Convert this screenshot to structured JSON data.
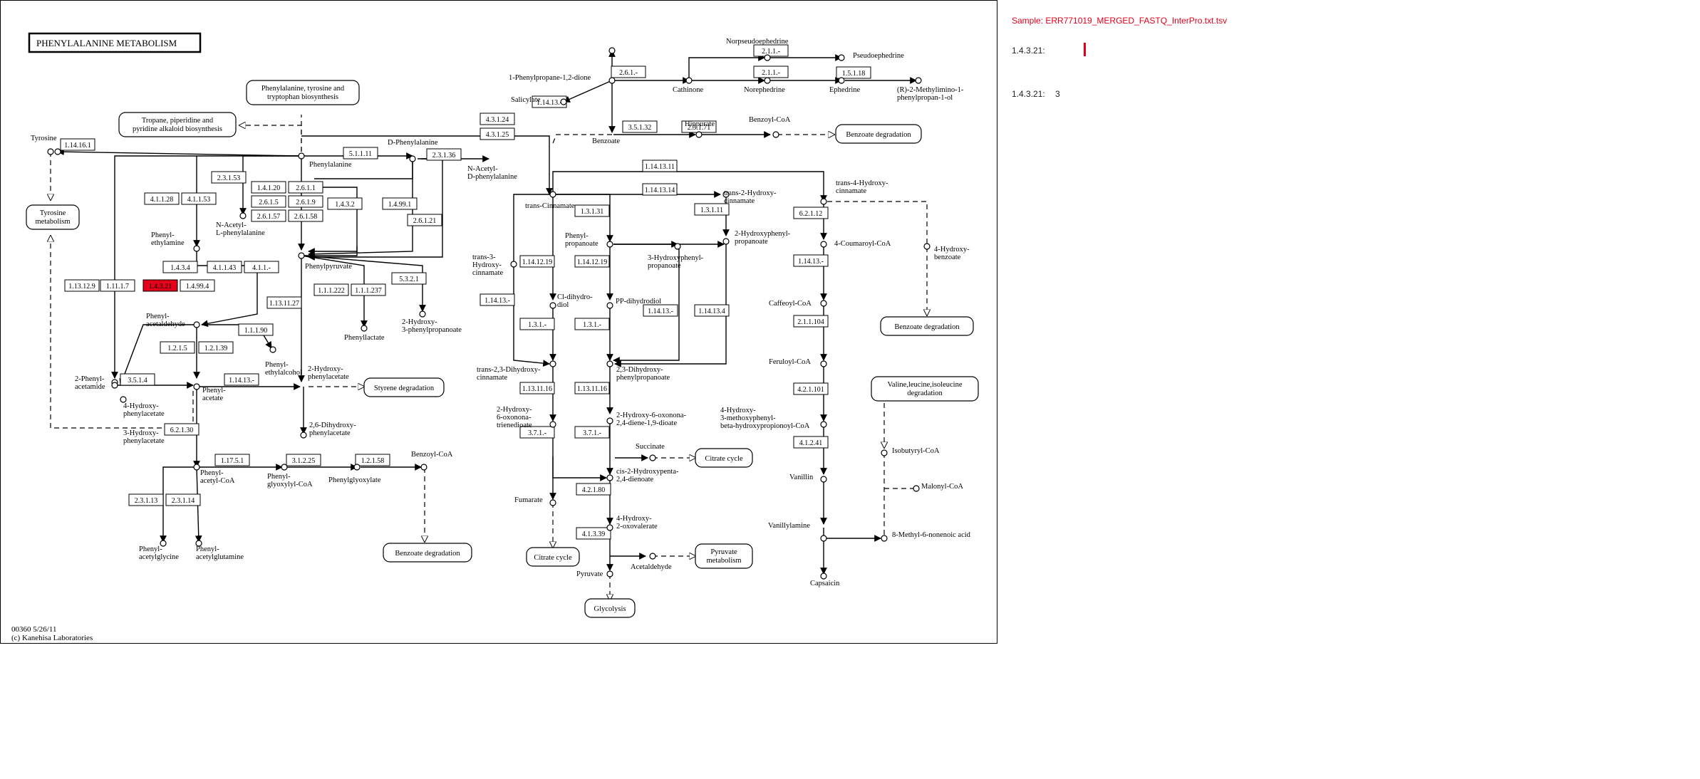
{
  "map": {
    "title": "PHENYLALANINE METABOLISM",
    "footer_id": "00360 5/26/11",
    "footer_copyright": "(c) Kanehisa Laboratories"
  },
  "sidebar": {
    "sample_label": "Sample: ERR771019_MERGED_FASTQ_InterPro.txt.tsv",
    "enzyme_label": "1.4.3.21:",
    "enzyme_label_2": "1.4.3.21:",
    "enzyme_count": "3",
    "highlight_color": "#e3001b"
  },
  "enzymes": [
    {
      "id": "e01",
      "t": "1.14.16.1"
    },
    {
      "id": "e02",
      "t": "4.1.1.28"
    },
    {
      "id": "e03",
      "t": "4.1.1.53"
    },
    {
      "id": "e04",
      "t": "2.3.1.53"
    },
    {
      "id": "e05",
      "t": "1.4.1.20"
    },
    {
      "id": "e06",
      "t": "2.6.1.1"
    },
    {
      "id": "e07",
      "t": "2.6.1.5"
    },
    {
      "id": "e08",
      "t": "2.6.1.9"
    },
    {
      "id": "e09",
      "t": "2.6.1.57"
    },
    {
      "id": "e10",
      "t": "2.6.1.58"
    },
    {
      "id": "e11",
      "t": "1.4.3.2"
    },
    {
      "id": "e12",
      "t": "5.1.1.11"
    },
    {
      "id": "e13",
      "t": "2.3.1.36"
    },
    {
      "id": "e14",
      "t": "1.4.99.1"
    },
    {
      "id": "e15",
      "t": "2.6.1.21"
    },
    {
      "id": "e16",
      "t": "1.4.3.4"
    },
    {
      "id": "e17",
      "t": "4.1.1.43"
    },
    {
      "id": "e18",
      "t": "4.1.1.-"
    },
    {
      "id": "e19",
      "t": "1.13.12.9"
    },
    {
      "id": "e20",
      "t": "1.11.1.7"
    },
    {
      "id": "e21",
      "t": "1.4.3.21"
    },
    {
      "id": "e22",
      "t": "1.4.99.4"
    },
    {
      "id": "e23",
      "t": "1.13.11.27"
    },
    {
      "id": "e24",
      "t": "1.1.1.222"
    },
    {
      "id": "e25",
      "t": "1.1.1.237"
    },
    {
      "id": "e26",
      "t": "5.3.2.1"
    },
    {
      "id": "e27",
      "t": "1.1.1.90"
    },
    {
      "id": "e28",
      "t": "1.2.1.5"
    },
    {
      "id": "e29",
      "t": "1.2.1.39"
    },
    {
      "id": "e30",
      "t": "3.5.1.4"
    },
    {
      "id": "e31",
      "t": "1.14.13.-"
    },
    {
      "id": "e32",
      "t": "6.2.1.30"
    },
    {
      "id": "e33",
      "t": "1.17.5.1"
    },
    {
      "id": "e34",
      "t": "3.1.2.25"
    },
    {
      "id": "e35",
      "t": "1.2.1.58"
    },
    {
      "id": "e36",
      "t": "2.3.1.13"
    },
    {
      "id": "e37",
      "t": "2.3.1.14"
    },
    {
      "id": "e38",
      "t": "1.14.13.-"
    },
    {
      "id": "e39",
      "t": "2.6.1.-"
    },
    {
      "id": "e40",
      "t": "2.1.1.-"
    },
    {
      "id": "e41",
      "t": "2.1.1.-"
    },
    {
      "id": "e42",
      "t": "1.5.1.18"
    },
    {
      "id": "e43",
      "t": "4.3.1.24"
    },
    {
      "id": "e44",
      "t": "4.3.1.25"
    },
    {
      "id": "e45",
      "t": "3.5.1.32"
    },
    {
      "id": "e46",
      "t": "2.3.1.71"
    },
    {
      "id": "e47",
      "t": "1.14.13.11"
    },
    {
      "id": "e48",
      "t": "1.14.13.14"
    },
    {
      "id": "e49",
      "t": "1.3.1.11"
    },
    {
      "id": "e50",
      "t": "1.3.1.31"
    },
    {
      "id": "e51",
      "t": "1.14.12.19"
    },
    {
      "id": "e52",
      "t": "1.14.12.19"
    },
    {
      "id": "e53",
      "t": "1.14.13.-"
    },
    {
      "id": "e54",
      "t": "1.3.1.-"
    },
    {
      "id": "e55",
      "t": "1.3.1.-"
    },
    {
      "id": "e56",
      "t": "1.14.13.-"
    },
    {
      "id": "e57",
      "t": "1.14.13.4"
    },
    {
      "id": "e58",
      "t": "1.13.11.16"
    },
    {
      "id": "e59",
      "t": "1.13.11.16"
    },
    {
      "id": "e60",
      "t": "3.7.1.-"
    },
    {
      "id": "e61",
      "t": "3.7.1.-"
    },
    {
      "id": "e62",
      "t": "4.2.1.80"
    },
    {
      "id": "e63",
      "t": "4.1.3.39"
    },
    {
      "id": "e64",
      "t": "6.2.1.12"
    },
    {
      "id": "e65",
      "t": "1.14.13.-"
    },
    {
      "id": "e66",
      "t": "2.1.1.104"
    },
    {
      "id": "e67",
      "t": "4.2.1.101"
    },
    {
      "id": "e68",
      "t": "4.1.2.41"
    }
  ],
  "compounds": [
    {
      "id": "c01",
      "t": "Tyrosine"
    },
    {
      "id": "c02",
      "t": "Phenylalanine"
    },
    {
      "id": "c03",
      "t": "D-Phenylalanine"
    },
    {
      "id": "c04",
      "t": "N-Acetyl-"
    },
    {
      "id": "c04b",
      "t": "D-phenylalanine"
    },
    {
      "id": "c05",
      "t": "N-Acetyl-"
    },
    {
      "id": "c05b",
      "t": "L-phenylalanine"
    },
    {
      "id": "c06",
      "t": "Phenyl-"
    },
    {
      "id": "c06b",
      "t": "ethylamine"
    },
    {
      "id": "c07",
      "t": "Phenylpyruvate"
    },
    {
      "id": "c08",
      "t": "Phenyllactate"
    },
    {
      "id": "c09",
      "t": "2-Hydroxy-"
    },
    {
      "id": "c09b",
      "t": "3-phenylpropanoate"
    },
    {
      "id": "c10",
      "t": "Phenyl-"
    },
    {
      "id": "c10b",
      "t": "acetaldehyde"
    },
    {
      "id": "c11",
      "t": "Phenyl-"
    },
    {
      "id": "c11b",
      "t": "ethylalcohol"
    },
    {
      "id": "c12",
      "t": "2-Phenyl-"
    },
    {
      "id": "c12b",
      "t": "acetamide"
    },
    {
      "id": "c13",
      "t": "Phenyl-"
    },
    {
      "id": "c13b",
      "t": "acetate"
    },
    {
      "id": "c14",
      "t": "2-Hydroxy-"
    },
    {
      "id": "c14b",
      "t": "phenylacetate"
    },
    {
      "id": "c15",
      "t": "2,6-Dihydroxy-"
    },
    {
      "id": "c15b",
      "t": "phenylacetate"
    },
    {
      "id": "c16",
      "t": "4-Hydroxy-"
    },
    {
      "id": "c16b",
      "t": "phenylacetate"
    },
    {
      "id": "c17",
      "t": "3-Hydroxy-"
    },
    {
      "id": "c17b",
      "t": "phenylacetate"
    },
    {
      "id": "c18",
      "t": "Phenyl-"
    },
    {
      "id": "c18b",
      "t": "acetyl-CoA"
    },
    {
      "id": "c19",
      "t": "Phenyl-"
    },
    {
      "id": "c19b",
      "t": "glyoxylyl-CoA"
    },
    {
      "id": "c20",
      "t": "Phenylglyoxylate"
    },
    {
      "id": "c21",
      "t": "Benzoyl-CoA"
    },
    {
      "id": "c22",
      "t": "Phenyl-"
    },
    {
      "id": "c22b",
      "t": "acetylglycine"
    },
    {
      "id": "c23",
      "t": "Phenyl-"
    },
    {
      "id": "c23b",
      "t": "acetylglutamine"
    },
    {
      "id": "c24",
      "t": "1-Phenylpropane-1,2-dione"
    },
    {
      "id": "c25",
      "t": "Salicylate"
    },
    {
      "id": "c26",
      "t": "Benzoate"
    },
    {
      "id": "c27",
      "t": "Norpseudoephedrine"
    },
    {
      "id": "c28",
      "t": "Pseudoephedrine"
    },
    {
      "id": "c29",
      "t": "Cathinone"
    },
    {
      "id": "c30",
      "t": "Norephedrine"
    },
    {
      "id": "c31",
      "t": "Ephedrine"
    },
    {
      "id": "c32",
      "t": "(R)-2-Methylimino-1-"
    },
    {
      "id": "c32b",
      "t": "phenylpropan-1-ol"
    },
    {
      "id": "c33",
      "t": "Hippurate"
    },
    {
      "id": "c34",
      "t": "Benzoyl-CoA"
    },
    {
      "id": "c35",
      "t": "trans-Cinnamate"
    },
    {
      "id": "c36",
      "t": "trans-2-Hydroxy-"
    },
    {
      "id": "c36b",
      "t": "cinnamate"
    },
    {
      "id": "c37",
      "t": "trans-4-Hydroxy-"
    },
    {
      "id": "c37b",
      "t": "cinnamate"
    },
    {
      "id": "c38",
      "t": "trans-3-"
    },
    {
      "id": "c38b",
      "t": "Hydroxy-"
    },
    {
      "id": "c38c",
      "t": "cinnamate"
    },
    {
      "id": "c39",
      "t": "Phenyl-"
    },
    {
      "id": "c39b",
      "t": "propanoate"
    },
    {
      "id": "c40",
      "t": "3-Hydroxyphenyl-"
    },
    {
      "id": "c40b",
      "t": "propanoate"
    },
    {
      "id": "c41",
      "t": "2-Hydroxyphenyl-"
    },
    {
      "id": "c41b",
      "t": "propanoate"
    },
    {
      "id": "c42",
      "t": "Cl-dihydro-"
    },
    {
      "id": "c42b",
      "t": "diol"
    },
    {
      "id": "c43",
      "t": "PP-dihydrodiol"
    },
    {
      "id": "c44",
      "t": "trans-2,3-Dihydroxy-"
    },
    {
      "id": "c44b",
      "t": "cinnamate"
    },
    {
      "id": "c45",
      "t": "2,3-Dihydroxy-"
    },
    {
      "id": "c45b",
      "t": "phenylpropanoate"
    },
    {
      "id": "c46",
      "t": "2-Hydroxy-"
    },
    {
      "id": "c46b",
      "t": "6-oxonona-"
    },
    {
      "id": "c46c",
      "t": "trienedioate"
    },
    {
      "id": "c47",
      "t": "2-Hydroxy-6-oxonona-"
    },
    {
      "id": "c47b",
      "t": "2,4-diene-1,9-dioate"
    },
    {
      "id": "c48",
      "t": "Succinate"
    },
    {
      "id": "c49",
      "t": "Fumarate"
    },
    {
      "id": "c50",
      "t": "cis-2-Hydroxypenta-"
    },
    {
      "id": "c50b",
      "t": "2,4-dienoate"
    },
    {
      "id": "c51",
      "t": "4-Hydroxy-"
    },
    {
      "id": "c51b",
      "t": "2-oxovalerate"
    },
    {
      "id": "c52",
      "t": "Pyruvate"
    },
    {
      "id": "c53",
      "t": "Acetaldehyde"
    },
    {
      "id": "c54",
      "t": "4-Coumaroyl-CoA"
    },
    {
      "id": "c55",
      "t": "4-Hydroxy-"
    },
    {
      "id": "c55b",
      "t": "benzoate"
    },
    {
      "id": "c56",
      "t": "Caffeoyl-CoA"
    },
    {
      "id": "c57",
      "t": "Feruloyl-CoA"
    },
    {
      "id": "c58",
      "t": "4-Hydroxy-"
    },
    {
      "id": "c58b",
      "t": "3-methoxyphenyl-"
    },
    {
      "id": "c58c",
      "t": "beta-hydroxypropionoyl-CoA"
    },
    {
      "id": "c59",
      "t": "Vanillin"
    },
    {
      "id": "c60",
      "t": "Vanillylamine"
    },
    {
      "id": "c61",
      "t": "Capsaicin"
    },
    {
      "id": "c62",
      "t": "Isobutyryl-CoA"
    },
    {
      "id": "c63",
      "t": "Malonyl-CoA"
    },
    {
      "id": "c64",
      "t": "8-Methyl-6-nonenoic acid"
    }
  ],
  "maps": [
    {
      "id": "m01",
      "l1": "Phenylalanine, tyrosine and",
      "l2": "tryptophan biosynthesis"
    },
    {
      "id": "m02",
      "l1": "Tropane, piperidine and",
      "l2": "pyridine alkaloid biosynthesis"
    },
    {
      "id": "m03",
      "l1": "Tyrosine",
      "l2": "metabolism"
    },
    {
      "id": "m04",
      "l1": "Styrene degradation",
      "l2": ""
    },
    {
      "id": "m05",
      "l1": "Benzoate degradation",
      "l2": ""
    },
    {
      "id": "m06",
      "l1": "Benzoate degradation",
      "l2": ""
    },
    {
      "id": "m07",
      "l1": "Citrate cycle",
      "l2": ""
    },
    {
      "id": "m08",
      "l1": "Citrate cycle",
      "l2": ""
    },
    {
      "id": "m09",
      "l1": "Pyruvate",
      "l2": "metabolism"
    },
    {
      "id": "m10",
      "l1": "Glycolysis",
      "l2": ""
    },
    {
      "id": "m11",
      "l1": "Benzoate degradation",
      "l2": ""
    },
    {
      "id": "m12",
      "l1": "Valine,leucine,isoleucine",
      "l2": "degradation"
    }
  ]
}
